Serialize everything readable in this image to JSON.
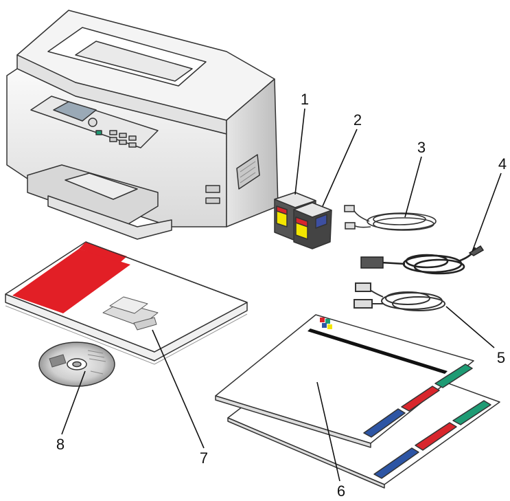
{
  "callouts": {
    "c1": "1",
    "c2": "2",
    "c3": "3",
    "c4": "4",
    "c5": "5",
    "c6": "6",
    "c7": "7",
    "c8": "8"
  },
  "colors": {
    "outline": "#333333",
    "body_light": "#f2f2f2",
    "body_shade": "#d4d4d4",
    "manual_red": "#e21f26",
    "cartridge_yellow": "#f3e600",
    "cartridge_red": "#d8262c",
    "cartridge_blue": "#3d4fa1",
    "tab_green": "#1e9b74",
    "tab_blue": "#2d55a4"
  }
}
